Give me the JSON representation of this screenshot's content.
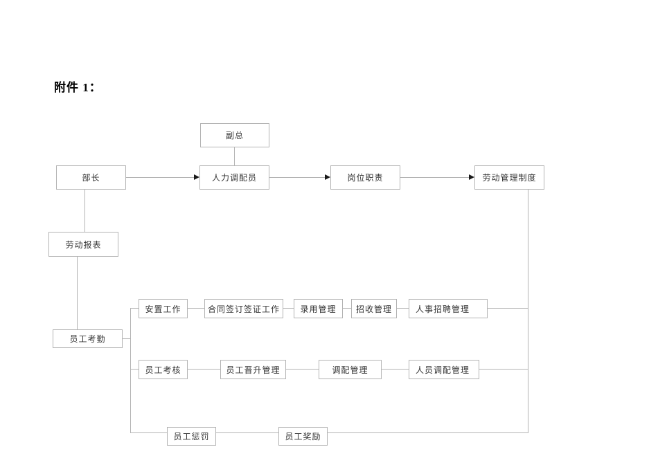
{
  "document": {
    "attachment_title": "附件 1："
  },
  "diagram": {
    "nodes": {
      "vice_general": {
        "label": "副总"
      },
      "minister": {
        "label": "部长"
      },
      "hr_dispatcher": {
        "label": "人力调配员"
      },
      "job_duties": {
        "label": "岗位职责"
      },
      "labor_management_system": {
        "label": "劳动管理制度"
      },
      "labor_report": {
        "label": "劳动报表"
      },
      "employee_attendance": {
        "label": "员工考勤"
      },
      "placement_work": {
        "label": "安置工作"
      },
      "contract_signing_visa_work": {
        "label": "合同签订签证工作"
      },
      "hiring_management": {
        "label": "录用管理"
      },
      "admission_management": {
        "label": "招收管理"
      },
      "hr_recruiting_management": {
        "label": "人事招聘管理"
      },
      "employee_appraisal": {
        "label": "员工考核"
      },
      "employee_promotion_management": {
        "label": "员工晋升管理"
      },
      "allocation_management": {
        "label": "调配管理"
      },
      "personnel_allocation_management": {
        "label": "人员调配管理"
      },
      "employee_punishment": {
        "label": "员工惩罚"
      },
      "employee_reward": {
        "label": "员工奖励"
      }
    },
    "colors": {
      "box_border": "#b3b3b3",
      "connector_line": "#b3b3b3",
      "arrowhead": "#1a1a1a",
      "text": "#333333"
    }
  }
}
